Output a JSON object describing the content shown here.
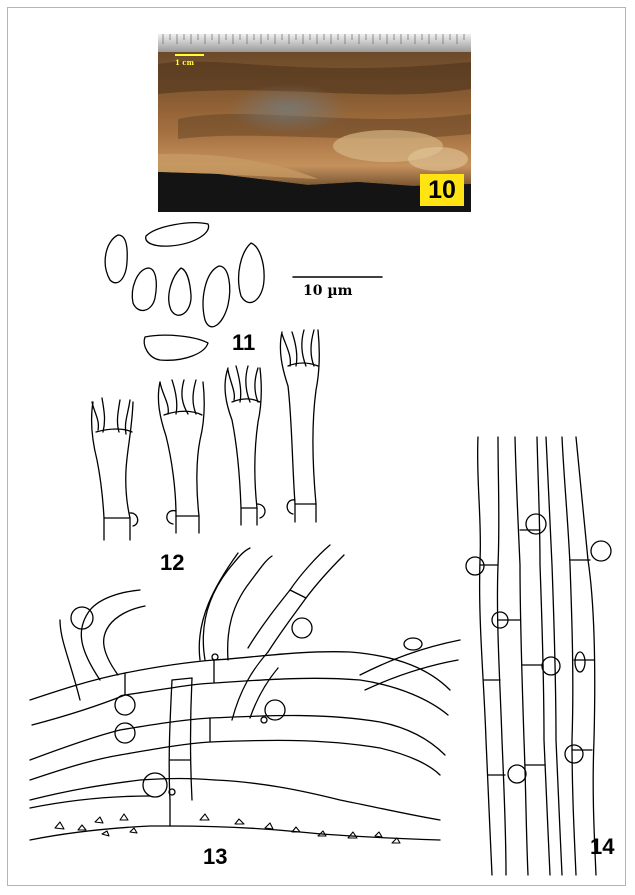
{
  "figure": {
    "photo_scale_label": "1 cm",
    "panel_10_label": "10",
    "scale_bar_label": "10 µm",
    "panel_11_label": "11",
    "panel_12_label": "12",
    "panel_13_label": "13",
    "panel_14_label": "14"
  },
  "colors": {
    "badge": "#ffe313",
    "scale_text": "#ffff33"
  }
}
